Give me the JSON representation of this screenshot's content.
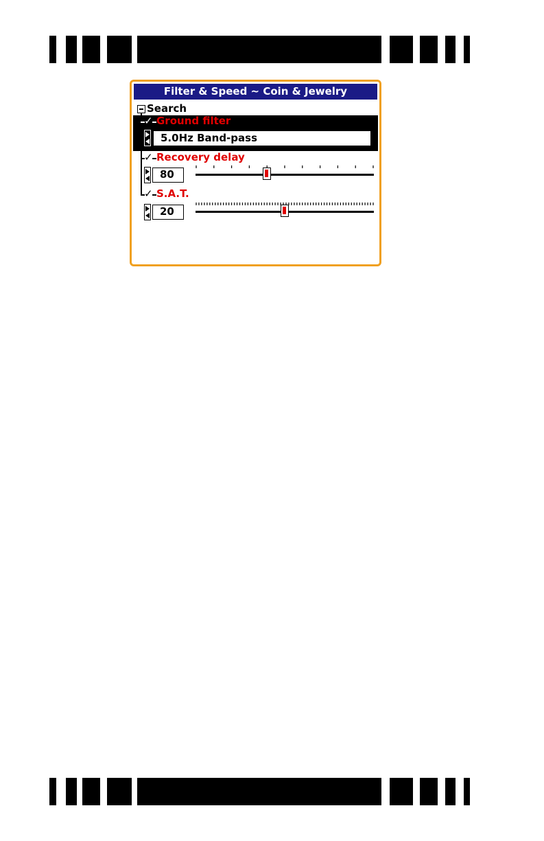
{
  "screen": {
    "title": "Filter & Speed ~ Coin & Jewelry",
    "section_label": "Search",
    "check_glyph": "✓",
    "items": [
      {
        "label": "Ground filter",
        "value": "5.0Hz Band-pass"
      },
      {
        "label": "Recovery delay",
        "value": "80",
        "slider_fraction": 0.4
      },
      {
        "label": "S.A.T.",
        "value": "20",
        "slider_fraction": 0.5
      }
    ]
  },
  "colors": {
    "title_bar": "#1b1b86",
    "frame": "#f0a020",
    "label_red": "#e00000",
    "highlight": "#000000"
  },
  "icons": {
    "collapse": "minus-box-icon",
    "checked": "check-icon",
    "stepper": "left-right-arrows-icon",
    "slider_thumb": "slider-thumb-icon"
  }
}
